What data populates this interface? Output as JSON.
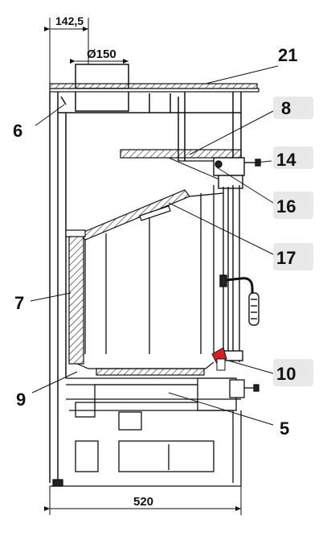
{
  "dimensions": {
    "top_offset": "142,5",
    "flue_diameter": "Ø150",
    "overall_width": "520"
  },
  "callouts": {
    "c6": "6",
    "c7": "7",
    "c9": "9",
    "c21": "21",
    "c8": "8",
    "c14": "14",
    "c16": "16",
    "c17": "17",
    "c10": "10",
    "c5": "5"
  },
  "colors": {
    "line": "#111111",
    "label_box": "#e8e8e8",
    "accent_part": "#d42020"
  }
}
